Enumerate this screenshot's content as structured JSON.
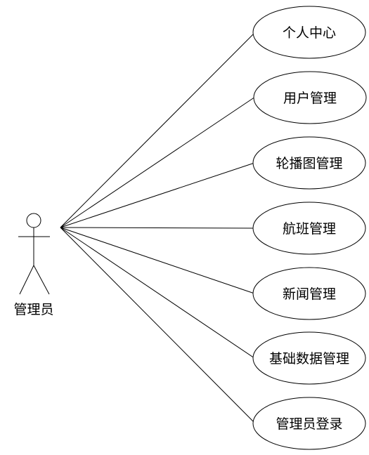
{
  "actor": {
    "name": "管理员"
  },
  "use_cases": [
    {
      "label": "个人中心"
    },
    {
      "label": "用户管理"
    },
    {
      "label": "轮播图管理"
    },
    {
      "label": "航班管理"
    },
    {
      "label": "新闻管理"
    },
    {
      "label": "基础数据管理"
    },
    {
      "label": "管理员登录"
    }
  ],
  "colors": {
    "line": "#000000",
    "background": "#ffffff"
  }
}
